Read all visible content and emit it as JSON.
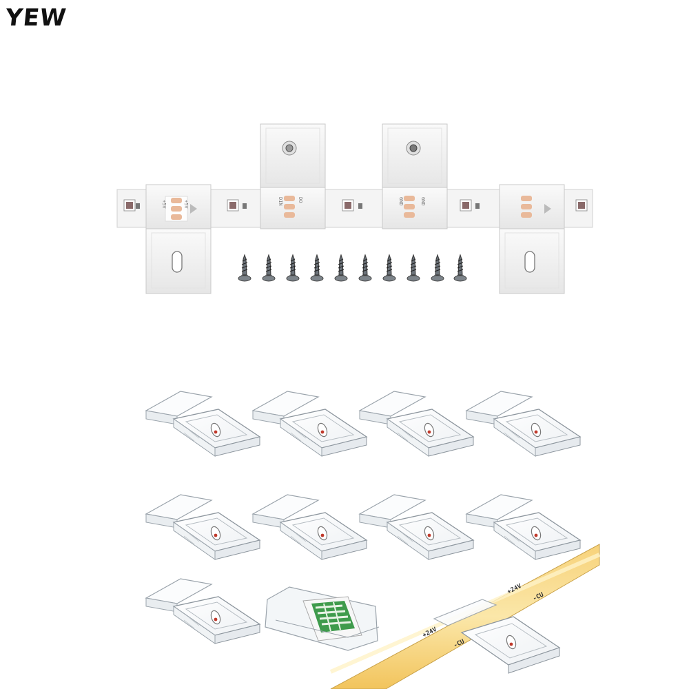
{
  "brand": {
    "text": "YEW"
  },
  "top_product": {
    "clip_labels": [
      "+5V",
      "DO",
      "GND",
      "+5V",
      "DIN",
      "GND"
    ]
  },
  "bottom_product": {
    "strip_labels": [
      "+24V",
      "-CU",
      "-CU",
      "+24V"
    ]
  }
}
